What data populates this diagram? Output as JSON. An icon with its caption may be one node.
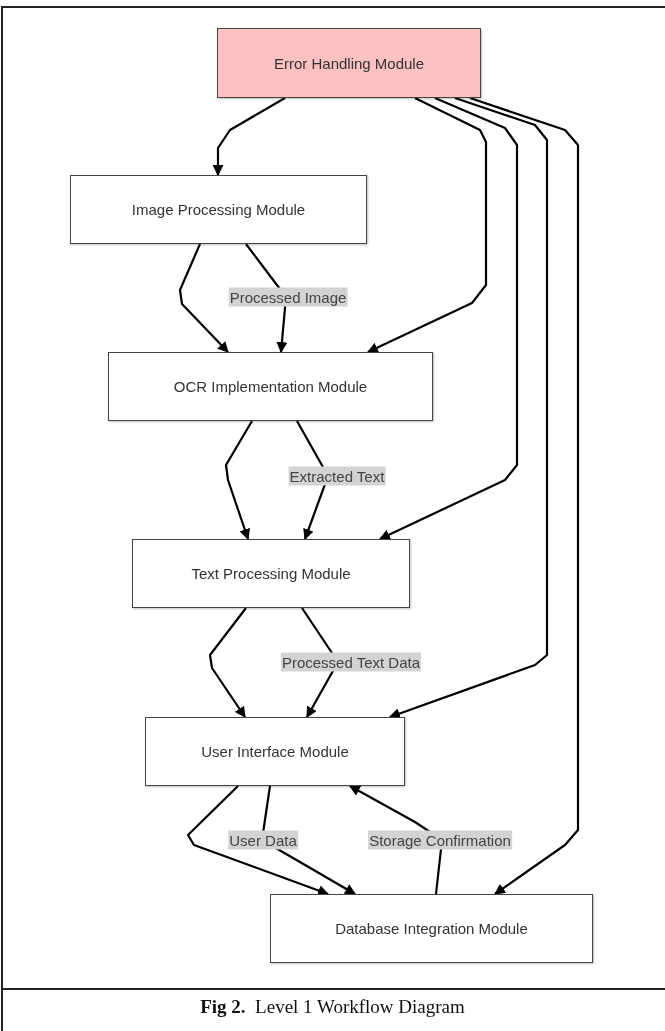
{
  "diagram": {
    "caption": "**Fig 2.**  Level 1 Workflow Diagram",
    "nodes": [
      {
        "text": [
          "Error Handling Module"
        ]
      },
      {
        "text": [
          "Image Processing Module"
        ]
      },
      {
        "text": [
          "OCR Implementation Module"
        ]
      },
      {
        "text": [
          "Text Processing Module"
        ]
      },
      {
        "text": [
          "User Interface Module"
        ]
      },
      {
        "text": [
          "Database Integration Module"
        ]
      }
    ],
    "edges": [
      {
        "from": 0,
        "to": 1,
        "arrow": "to"
      },
      {
        "from": 1,
        "to": 2,
        "arrow": "to"
      },
      {
        "from": 1,
        "to": 2,
        "arrow": "to",
        "label": "Processed Image"
      },
      {
        "from": 0,
        "to": 2,
        "arrow": "to"
      },
      {
        "from": 2,
        "to": 3,
        "arrow": "to"
      },
      {
        "from": 2,
        "to": 3,
        "arrow": "to",
        "label": "Extracted Text"
      },
      {
        "from": 0,
        "to": 3,
        "arrow": "to"
      },
      {
        "from": 3,
        "to": 4,
        "arrow": "to"
      },
      {
        "from": 3,
        "to": 4,
        "arrow": "to",
        "label": "Processed Text Data"
      },
      {
        "from": 0,
        "to": 4,
        "arrow": "to"
      },
      {
        "from": 4,
        "to": 5,
        "arrow": "to"
      },
      {
        "from": 4,
        "to": 5,
        "arrow": "to",
        "label": "User Data"
      },
      {
        "from": 5,
        "to": 4,
        "arrow": "to",
        "label": "Storage Confirmation"
      },
      {
        "from": 0,
        "to": 5,
        "arrow": "to"
      }
    ]
  }
}
